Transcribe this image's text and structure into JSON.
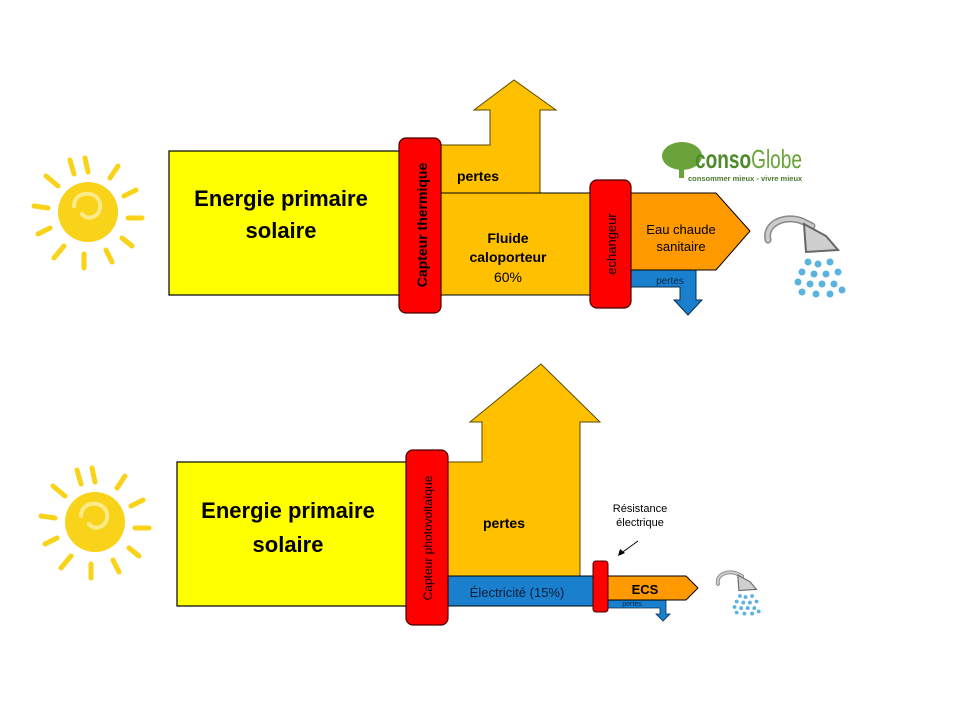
{
  "colors": {
    "primary_box": "#ffff00",
    "collector": "#ff0000",
    "losses": "#ffc000",
    "hot_water": "#ff9900",
    "electricity": "#1a7fcc",
    "sun": "#f9d21a",
    "logo_green": "#6aa33a",
    "water": "#5bb3e0"
  },
  "logo": {
    "name": "consoGlobe",
    "name_part1": "conso",
    "name_part2": "Globe",
    "tagline": "consommer mieux - vivre mieux"
  },
  "thermal": {
    "source_line1": "Energie primaire",
    "source_line2": "solaire",
    "collector": "Capteur thermique",
    "losses": "pertes",
    "fluid_line1": "Fluide",
    "fluid_line2": "caloporteur",
    "fluid_line3": "60%",
    "exchanger": "echangeur",
    "output_line1": "Eau chaude",
    "output_line2": "sanitaire",
    "output_losses": "pertes"
  },
  "photovoltaic": {
    "source_line1": "Energie primaire",
    "source_line2": "solaire",
    "collector": "Capteur photovoltaïque",
    "losses": "pertes",
    "electricity": "Électricité (15%)",
    "resistance_line1": "Résistance",
    "resistance_line2": "électrique",
    "output": "ECS",
    "output_losses": "pertes"
  }
}
